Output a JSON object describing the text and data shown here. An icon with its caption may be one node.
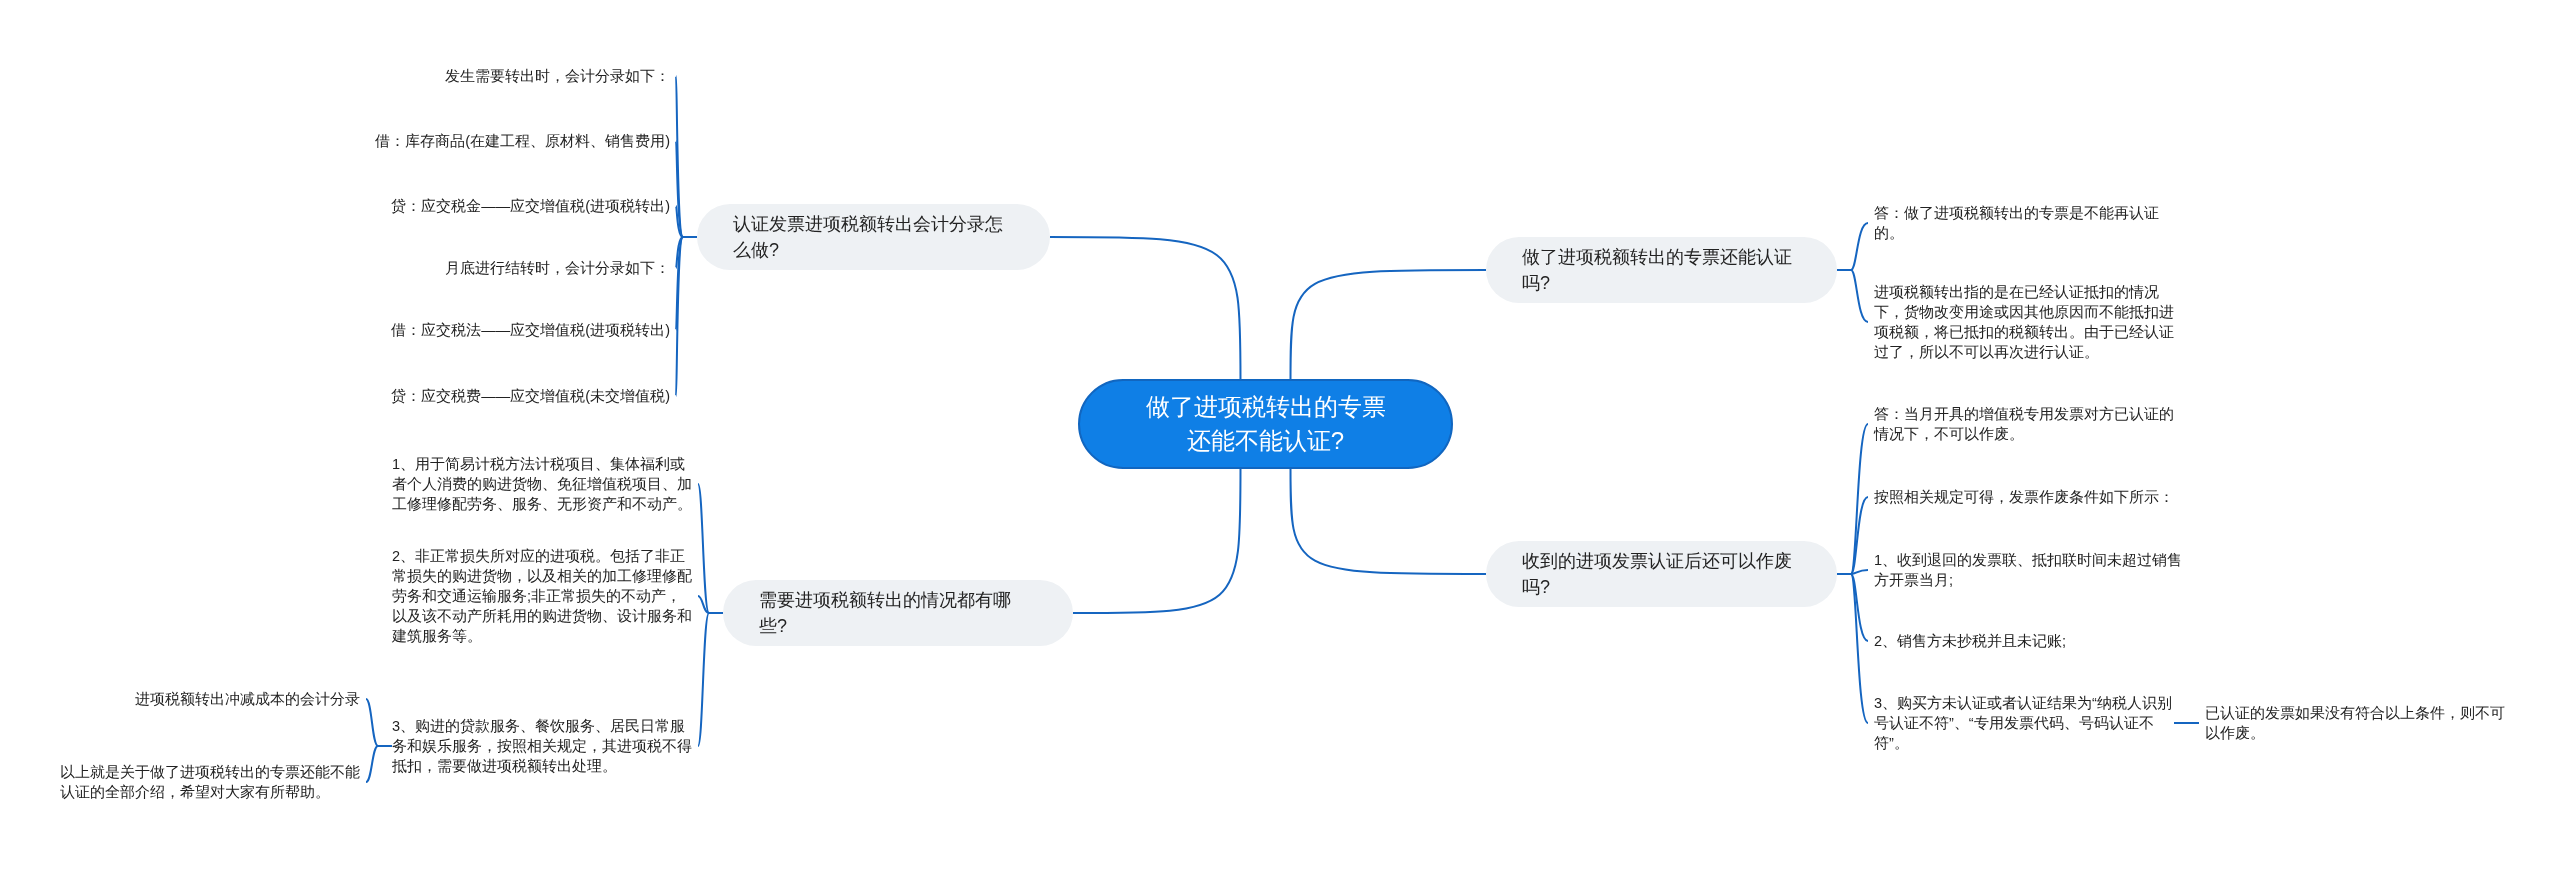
{
  "diagram": {
    "nodes": [
      {
        "text": [
          "做了进项税转出的专票还能不能认证?"
        ]
      },
      {
        "text": [
          "认证发票进项税额转出会计分录怎么做?"
        ]
      },
      {
        "text": [
          "发生需要转出时，会计分录如下："
        ]
      },
      {
        "text": [
          "借：库存商品(在建工程、原材料、销售费用)"
        ]
      },
      {
        "text": [
          "贷：应交税金——应交增值税(进项税转出)"
        ]
      },
      {
        "text": [
          "月底进行结转时，会计分录如下："
        ]
      },
      {
        "text": [
          "借：应交税法——应交增值税(进项税转出)"
        ]
      },
      {
        "text": [
          "贷：应交税费——应交增值税(未交增值税)"
        ]
      },
      {
        "text": [
          "做了进项税额转出的专票还能认证吗?"
        ]
      },
      {
        "text": [
          "答：做了进项税额转出的专票是不能再认证的。"
        ]
      },
      {
        "text": [
          "进项税额转出指的是在已经认证抵扣的情况下，货物改变用途或因其他原因而不能抵扣进项税额，将已抵扣的税额转出。由于已经认证过了，所以不可以再次进行认证。"
        ]
      },
      {
        "text": [
          "收到的进项发票认证后还可以作废吗?"
        ]
      },
      {
        "text": [
          "答：当月开具的增值税专用发票对方已认证的情况下，不可以作废。"
        ]
      },
      {
        "text": [
          "按照相关规定可得，发票作废条件如下所示："
        ]
      },
      {
        "text": [
          "1、收到退回的发票联、抵扣联时间未超过销售方开票当月;"
        ]
      },
      {
        "text": [
          "2、销售方未抄税并且未记账;"
        ]
      },
      {
        "text": [
          "3、购买方未认证或者认证结果为“纳税人识别号认证不符”、“专用发票代码、号码认证不符”。"
        ]
      },
      {
        "text": [
          "已认证的发票如果没有符合以上条件，则不可以作废。"
        ]
      },
      {
        "text": [
          "需要进项税额转出的情况都有哪些?"
        ]
      },
      {
        "text": [
          "1、用于简易计税方法计税项目、集体福利或者个人消费的购进货物、免征增值税项目、加工修理修配劳务、服务、无形资产和不动产。"
        ]
      },
      {
        "text": [
          "2、非正常损失所对应的进项税。包括了非正常损失的购进货物，以及相关的加工修理修配劳务和交通运输服务;非正常损失的不动产，以及该不动产所耗用的购进货物、设计服务和建筑服务等。"
        ]
      },
      {
        "text": [
          "3、购进的贷款服务、餐饮服务、居民日常服务和娱乐服务，按照相关规定，其进项税不得抵扣，需要做进项税额转出处理。"
        ]
      },
      {
        "text": [
          "进项税额转出冲减成本的会计分录"
        ]
      },
      {
        "text": [
          "以上就是关于做了进项税转出的专票还能不能认证的全部介绍，希望对大家有所帮助。"
        ]
      }
    ],
    "edges": [
      {
        "from": 0,
        "to": 1,
        "arrow": "none"
      },
      {
        "from": 1,
        "to": 2,
        "arrow": "none"
      },
      {
        "from": 1,
        "to": 3,
        "arrow": "none"
      },
      {
        "from": 1,
        "to": 4,
        "arrow": "none"
      },
      {
        "from": 1,
        "to": 5,
        "arrow": "none"
      },
      {
        "from": 1,
        "to": 6,
        "arrow": "none"
      },
      {
        "from": 1,
        "to": 7,
        "arrow": "none"
      },
      {
        "from": 0,
        "to": 8,
        "arrow": "none"
      },
      {
        "from": 8,
        "to": 9,
        "arrow": "none"
      },
      {
        "from": 8,
        "to": 10,
        "arrow": "none"
      },
      {
        "from": 0,
        "to": 11,
        "arrow": "none"
      },
      {
        "from": 11,
        "to": 12,
        "arrow": "none"
      },
      {
        "from": 11,
        "to": 13,
        "arrow": "none"
      },
      {
        "from": 11,
        "to": 14,
        "arrow": "none"
      },
      {
        "from": 11,
        "to": 15,
        "arrow": "none"
      },
      {
        "from": 11,
        "to": 16,
        "arrow": "none"
      },
      {
        "from": 16,
        "to": 17,
        "arrow": "none"
      },
      {
        "from": 0,
        "to": 18,
        "arrow": "none"
      },
      {
        "from": 18,
        "to": 19,
        "arrow": "none"
      },
      {
        "from": 18,
        "to": 20,
        "arrow": "none"
      },
      {
        "from": 18,
        "to": 21,
        "arrow": "none"
      },
      {
        "from": 21,
        "to": 22,
        "arrow": "none"
      },
      {
        "from": 21,
        "to": 23,
        "arrow": "none"
      }
    ]
  }
}
